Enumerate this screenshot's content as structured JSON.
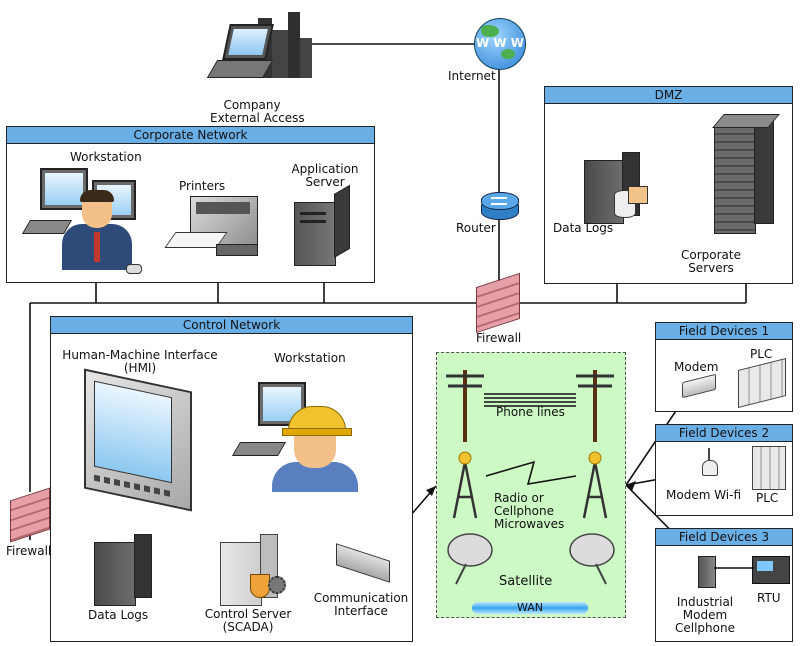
{
  "internet": {
    "label": "Internet",
    "globe_text": "W W W"
  },
  "external": {
    "label_line1": "Company",
    "label_line2": "External Access"
  },
  "corporate": {
    "title": "Corporate Network",
    "workstation": "Workstation",
    "printers": "Printers",
    "app_server_line1": "Application",
    "app_server_line2": "Server"
  },
  "dmz": {
    "title": "DMZ",
    "data_logs": "Data Logs",
    "servers_line1": "Corporate",
    "servers_line2": "Servers"
  },
  "router": {
    "label": "Router"
  },
  "firewall_top": {
    "label": "Firewall"
  },
  "firewall_left": {
    "label": "Firewall"
  },
  "control": {
    "title": "Control Network",
    "hmi_line1": "Human-Machine Interface",
    "hmi_line2": "(HMI)",
    "workstation": "Workstation",
    "data_logs": "Data Logs",
    "control_server_line1": "Control Server",
    "control_server_line2": "(SCADA)",
    "comm_line1": "Communication",
    "comm_line2": "Interface"
  },
  "wan": {
    "phone_lines": "Phone lines",
    "radio_line1": "Radio or",
    "radio_line2": "Cellphone",
    "radio_line3": "Microwaves",
    "satellite": "Satellite",
    "label": "WAN"
  },
  "field1": {
    "title": "Field Devices 1",
    "modem": "Modem",
    "plc": "PLC"
  },
  "field2": {
    "title": "Field Devices 2",
    "modem_wifi": "Modem Wi-fi",
    "plc": "PLC"
  },
  "field3": {
    "title": "Field Devices 3",
    "modem_line1": "Industrial",
    "modem_line2": "Modem",
    "modem_line3": "Cellphone",
    "rtu": "RTU"
  },
  "colors": {
    "header": "#6aaee6",
    "wan_bg": "#ccf9c4",
    "firewall": "#e8a0a8",
    "helmet": "#f2c12e"
  }
}
